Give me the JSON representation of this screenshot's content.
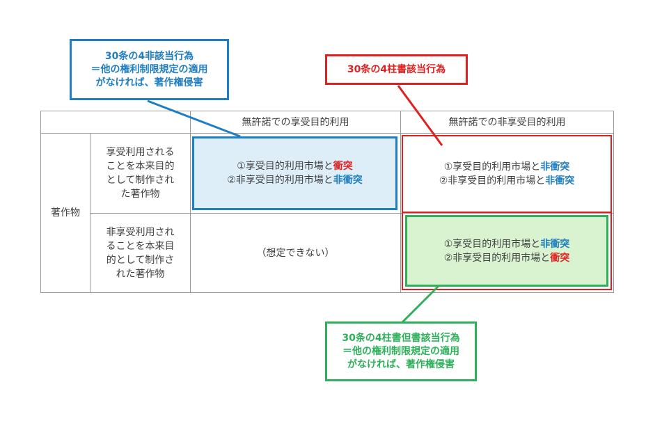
{
  "colors": {
    "blue": "#1f7ec1",
    "red": "#e02020",
    "green": "#2eb05a",
    "blue_fill": "#ddeef8",
    "green_fill": "#d9f2cf",
    "grid": "#9a9a9a",
    "text": "#404040"
  },
  "callouts": {
    "blue": {
      "lines": [
        "30条の4非該当行為",
        "＝他の権利制限規定の適用",
        "がなければ、著作権侵害"
      ]
    },
    "red": {
      "lines": [
        "30条の4柱書該当行為"
      ]
    },
    "green": {
      "lines": [
        "30条の4柱書但書該当行為",
        "＝他の権利制限規定の適用",
        "がなければ、著作権侵害"
      ]
    }
  },
  "table": {
    "col_headers": [
      "無許諾での享受目的利用",
      "無許諾での非享受目的利用"
    ],
    "row_group_label": "著作物",
    "row_labels": [
      [
        "享受利用される",
        "ことを本来目的",
        "として制作され",
        "た著作物"
      ],
      [
        "非享受利用され",
        "ることを本来目",
        "的として制作さ",
        "れた著作物"
      ]
    ],
    "cells": {
      "r1c1": {
        "line1_prefix": "①享受目的利用市場と",
        "line1_kw": "衝突",
        "line2_prefix": "②非享受目的利用市場と",
        "line2_kw": "非衝突"
      },
      "r1c2": {
        "line1_prefix": "①享受目的利用市場と",
        "line1_kw": "非衝突",
        "line2_prefix": "②非享受目的利用市場と",
        "line2_kw": "非衝突"
      },
      "r2c1": {
        "text": "（想定できない）"
      },
      "r2c2": {
        "line1_prefix": "①享受目的利用市場と",
        "line1_kw": "非衝突",
        "line2_prefix": "②非享受目的利用市場と",
        "line2_kw": "衝突"
      }
    }
  }
}
